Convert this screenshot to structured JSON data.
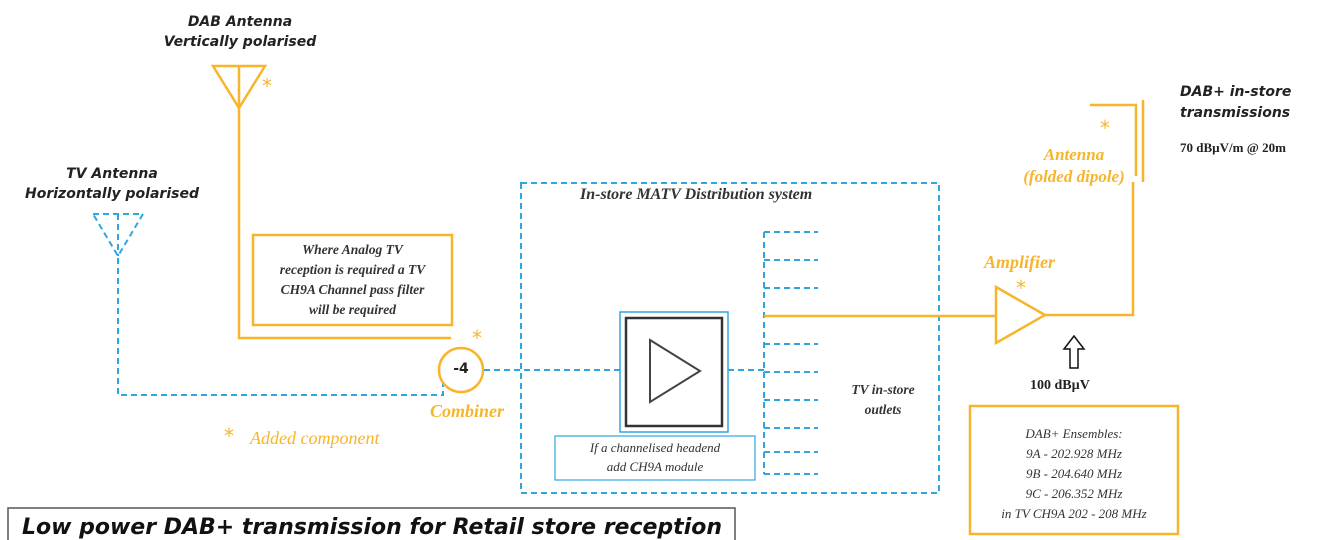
{
  "title": "Low power DAB+ transmission for Retail store reception",
  "dab_antenna": {
    "line1": "DAB Antenna",
    "line2": "Vertically polarised"
  },
  "tv_antenna": {
    "line1": "TV Antenna",
    "line2": "Horizontally polarised"
  },
  "filter_note": [
    "Where Analog TV",
    "reception is required a TV",
    "CH9A Channel pass filter",
    "will be required"
  ],
  "combiner": {
    "value": "-4",
    "label": "Combiner"
  },
  "added_component": {
    "marker": "*",
    "label": "Added component"
  },
  "matv_system": {
    "title": "In-store MATV Distribution system"
  },
  "headend_note": [
    "If a channelised headend",
    "add CH9A module"
  ],
  "tv_outlets": [
    "TV in-store",
    "outlets"
  ],
  "amplifier": {
    "label": "Amplifier",
    "level": "100 dBµV"
  },
  "tx_antenna": {
    "line1": "Antenna",
    "line2": "(folded dipole)"
  },
  "transmissions": {
    "line1": "DAB+ in-store",
    "line2": "transmissions",
    "field": "70 dBµV/m @ 20m"
  },
  "ensembles": [
    "DAB+ Ensembles:",
    "9A - 202.928 MHz",
    "9B - 204.640 MHz",
    "9C - 206.352 MHz",
    "in TV CH9A 202 - 208 MHz"
  ],
  "colors": {
    "added": "#f7b52c",
    "existing": "#2ea7e0",
    "text": "#222222"
  }
}
